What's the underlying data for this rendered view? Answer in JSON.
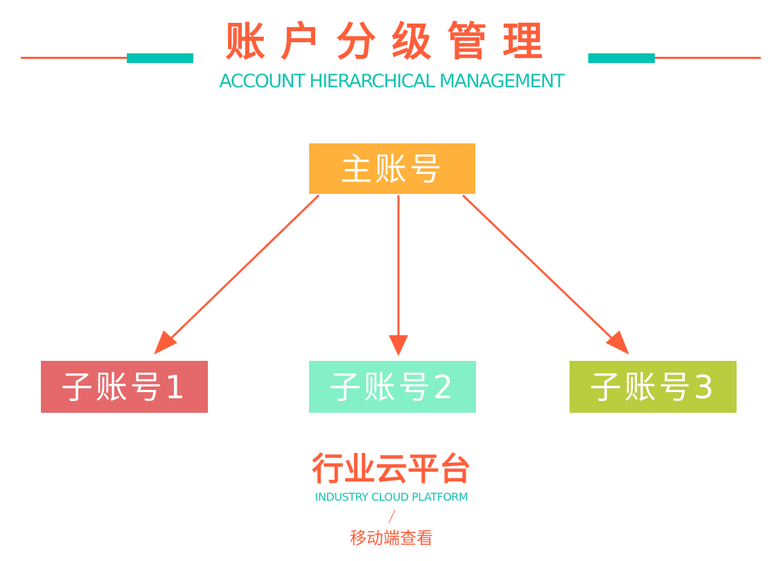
{
  "header": {
    "title": "账户分级管理",
    "subtitle": "ACCOUNT HIERARCHICAL MANAGEMENT"
  },
  "diagram": {
    "main": {
      "label": "主账号",
      "color": "#FFB13B"
    },
    "children": [
      {
        "label": "子账号1",
        "color": "#E5696A"
      },
      {
        "label": "子账号2",
        "color": "#84F0C8"
      },
      {
        "label": "子账号3",
        "color": "#BACD3F"
      }
    ],
    "arrow_color": "#FF5E3A"
  },
  "footer": {
    "brand": "行业云平台",
    "brand_en": "INDUSTRY CLOUD PLATFORM",
    "link": "移动端查看"
  },
  "colors": {
    "accent": "#FF5E3A",
    "teal": "#16C2B3"
  }
}
